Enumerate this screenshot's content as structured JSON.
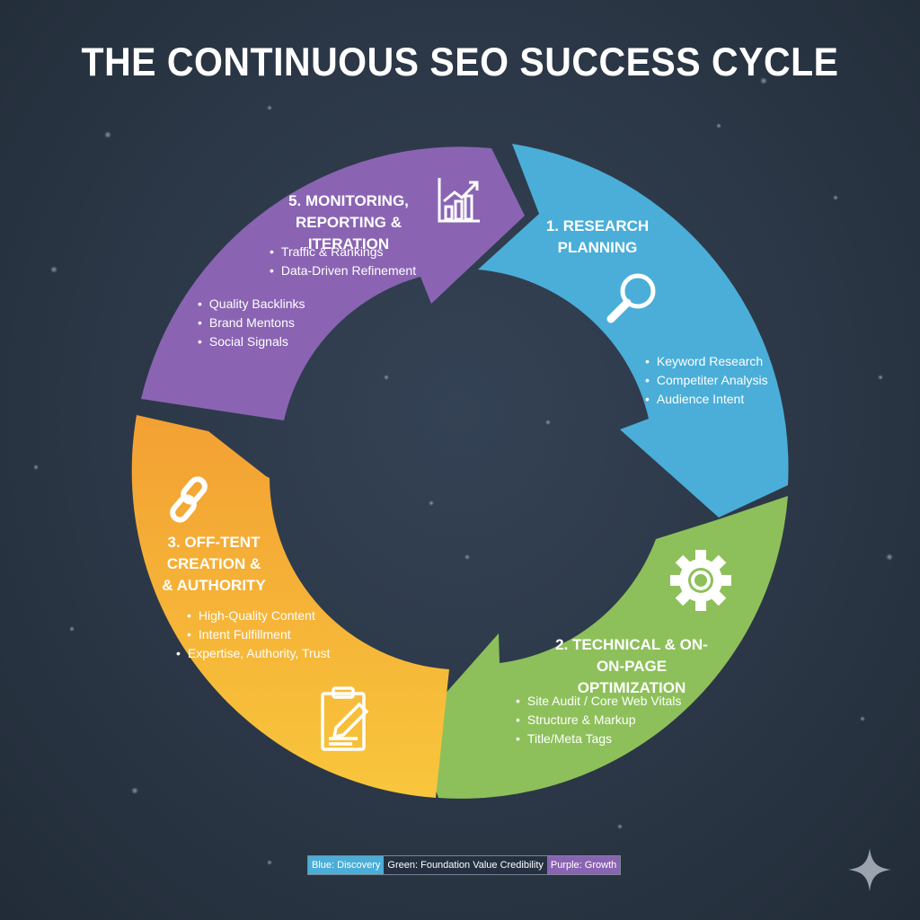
{
  "title": "THE CONTINUOUS SEO SUCCESS CYCLE",
  "colors": {
    "blue": "#4aaed8",
    "green": "#8dc05a",
    "orange": "#f3a533",
    "yellow": "#f7c23c",
    "purple": "#8a64b3",
    "background": "#2b3746"
  },
  "stages": {
    "research": {
      "heading_lines": [
        "1. RESEARCH",
        "PLANNING"
      ],
      "items": [
        "Keyword Research",
        "Competiter Analysis",
        "Audience Intent"
      ],
      "icon": "magnifier-icon"
    },
    "technical": {
      "heading_lines": [
        "2. TECHNICAL & ON-",
        "ON-PAGE OPTIMIZATION"
      ],
      "items": [
        "Site Audit / Core Web Vitals",
        "Structure & Markup",
        "Title/Meta Tags"
      ],
      "icon": "gear-icon"
    },
    "content": {
      "heading_lines": [
        "3. OFF-TENT",
        "CREATION &",
        "& AUTHORITY"
      ],
      "items": [
        "High-Quality Content",
        "Intent Fulfillment",
        "Expertise, Authority, Trust"
      ],
      "icon": "chain-link-icon"
    },
    "authority_items": [
      "Quality Backlinks",
      "Brand Mentons",
      "Social Signals"
    ],
    "monitoring": {
      "heading_lines": [
        "5. MONITORING,",
        "REPORTING & ITERATION"
      ],
      "items": [
        "Traffic & Rankings",
        "Data-Driven Refinement"
      ],
      "icon": "growth-chart-icon"
    },
    "clipboard_icon": "clipboard-pencil-icon"
  },
  "legend": [
    "Blue: Discovery",
    "Green: Foundation  Value  Credibility",
    "Purple: Growth"
  ]
}
